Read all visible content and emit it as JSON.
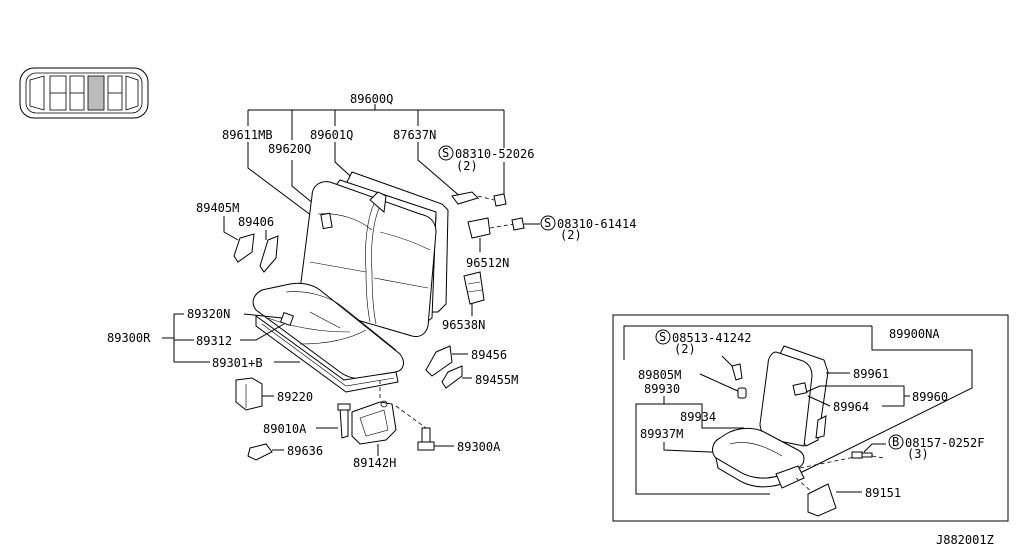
{
  "labels": {
    "p89600Q": "89600Q",
    "p89611MB": "89611MB",
    "p89601Q": "89601Q",
    "p87637N": "87637N",
    "p89620Q": "89620Q",
    "s08310_52026": "08310-52026",
    "q2a": "(2)",
    "s08310_61414": "08310-61414",
    "q2b": "(2)",
    "p89405M": "89405M",
    "p89406": "89406",
    "p96512N": "96512N",
    "p96538N": "96538N",
    "p89320N": "89320N",
    "p89300R": "89300R",
    "p89312": "89312",
    "p89301B": "89301+B",
    "p89456": "89456",
    "p89455M": "89455M",
    "p89220": "89220",
    "p89010A": "89010A",
    "p89300A": "89300A",
    "p89636": "89636",
    "p89142H": "89142H",
    "p89900NA": "89900NA",
    "s08513_41242": "08513-41242",
    "q2c": "(2)",
    "p89805M": "89805M",
    "p89930": "89930",
    "p89934": "89934",
    "p89937M": "89937M",
    "p89961": "89961",
    "p89964": "89964",
    "p89960": "89960",
    "b08157_0252F": "08157-0252F",
    "q3": "(3)",
    "p89151": "89151",
    "drawing_id": "J882001Z"
  },
  "symbols": {
    "screw": "S",
    "bolt": "B"
  }
}
